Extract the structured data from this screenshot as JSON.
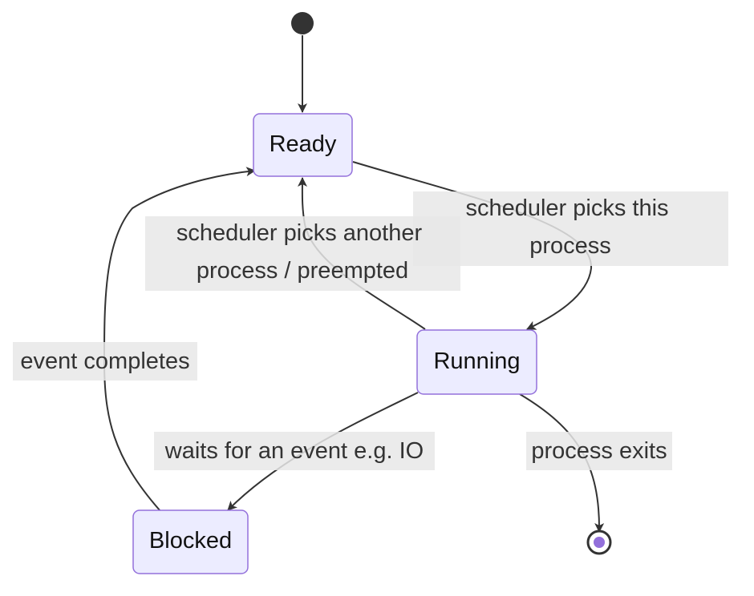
{
  "states": {
    "ready": "Ready",
    "running": "Running",
    "blocked": "Blocked"
  },
  "transitions": {
    "start_to_ready": "",
    "ready_to_running": [
      "scheduler picks this",
      "process"
    ],
    "running_to_ready": [
      "scheduler picks another",
      "process / preempted"
    ],
    "running_to_blocked": "waits for an event e.g. IO",
    "blocked_to_ready": "event completes",
    "running_to_end": "process exits"
  },
  "colors": {
    "state_fill": "#ECECFF",
    "state_stroke": "#9370DB",
    "edge": "#333333",
    "label_bg": "#e8e8e8",
    "start_node": "#333333",
    "end_inner": "#9370DB"
  }
}
